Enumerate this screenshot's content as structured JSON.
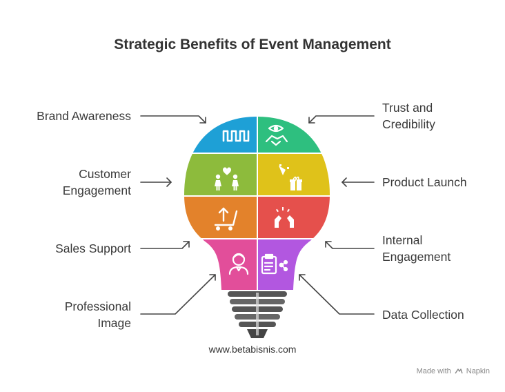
{
  "title": "Strategic Benefits of Event Management",
  "segments": [
    {
      "label_lines": [
        "Brand Awareness"
      ],
      "icon": "sound-wave-icon",
      "color": "#1ea0d6"
    },
    {
      "label_lines": [
        "Trust and",
        "Credibility"
      ],
      "icon": "handshake-eye-icon",
      "color": "#2ebf7f"
    },
    {
      "label_lines": [
        "Customer",
        "Engagement"
      ],
      "icon": "people-heart-icon",
      "color": "#8dbb3c"
    },
    {
      "label_lines": [
        "Product Launch"
      ],
      "icon": "party-popper-gift-icon",
      "color": "#dfc21a"
    },
    {
      "label_lines": [
        "Sales Support"
      ],
      "icon": "cart-arrow-icon",
      "color": "#e3822b"
    },
    {
      "label_lines": [
        "Internal",
        "Engagement"
      ],
      "icon": "high-five-icon",
      "color": "#e5504c"
    },
    {
      "label_lines": [
        "Professional",
        "Image"
      ],
      "icon": "professional-person-icon",
      "color": "#e24e9a"
    },
    {
      "label_lines": [
        "Data Collection"
      ],
      "icon": "clipboard-share-icon",
      "color": "#b257e0"
    }
  ],
  "website": "www.betabisnis.com",
  "footer": {
    "made_with": "Made with",
    "brand": "Napkin"
  }
}
